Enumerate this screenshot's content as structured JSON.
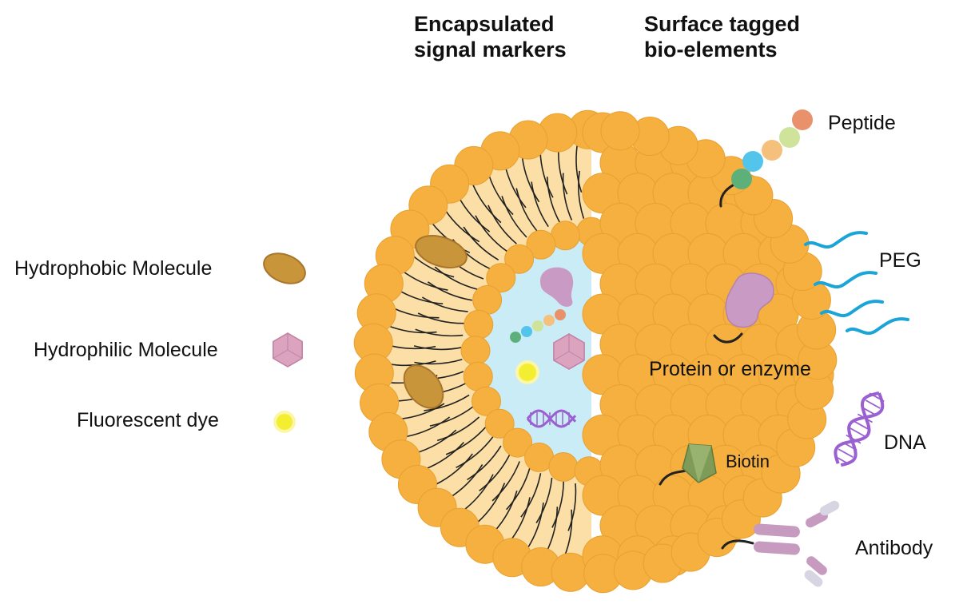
{
  "headers": {
    "encapsulated_line1": "Encapsulated",
    "encapsulated_line2": "signal markers",
    "surface_line1": "Surface tagged",
    "surface_line2": "bio-elements"
  },
  "legend": [
    {
      "label": "Hydrophobic Molecule",
      "icon": "hydrophobic-molecule-icon"
    },
    {
      "label": "Hydrophilic Molecule",
      "icon": "hydrophilic-molecule-icon"
    },
    {
      "label": "Fluorescent dye",
      "icon": "fluorescent-dye-icon"
    }
  ],
  "surface_elements": {
    "peptide": "Peptide",
    "peg": "PEG",
    "protein": "Protein or enzyme",
    "dna": "DNA",
    "biotin": "Biotin",
    "antibody": "Antibody"
  },
  "colors": {
    "lipid_head": "#f5b03f",
    "lipid_head_edge": "#e8a030",
    "bilayer_interior": "#fbdfa6",
    "aqueous_core": "#c9ecf7",
    "hydrophobic_molecule": "#c9953a",
    "hydrophilic_molecule": "#dca3bf",
    "fluorescent_dye": "#f4ee30",
    "peg": "#1aa4d8",
    "protein": "#c89ac4",
    "dna": "#9a5fd0",
    "biotin": "#7f9b58",
    "antibody": "#c79bc0",
    "peptide_beads": [
      "#e8916a",
      "#f5c07b",
      "#cfe39b",
      "#53c4ea",
      "#5eb07a"
    ]
  }
}
